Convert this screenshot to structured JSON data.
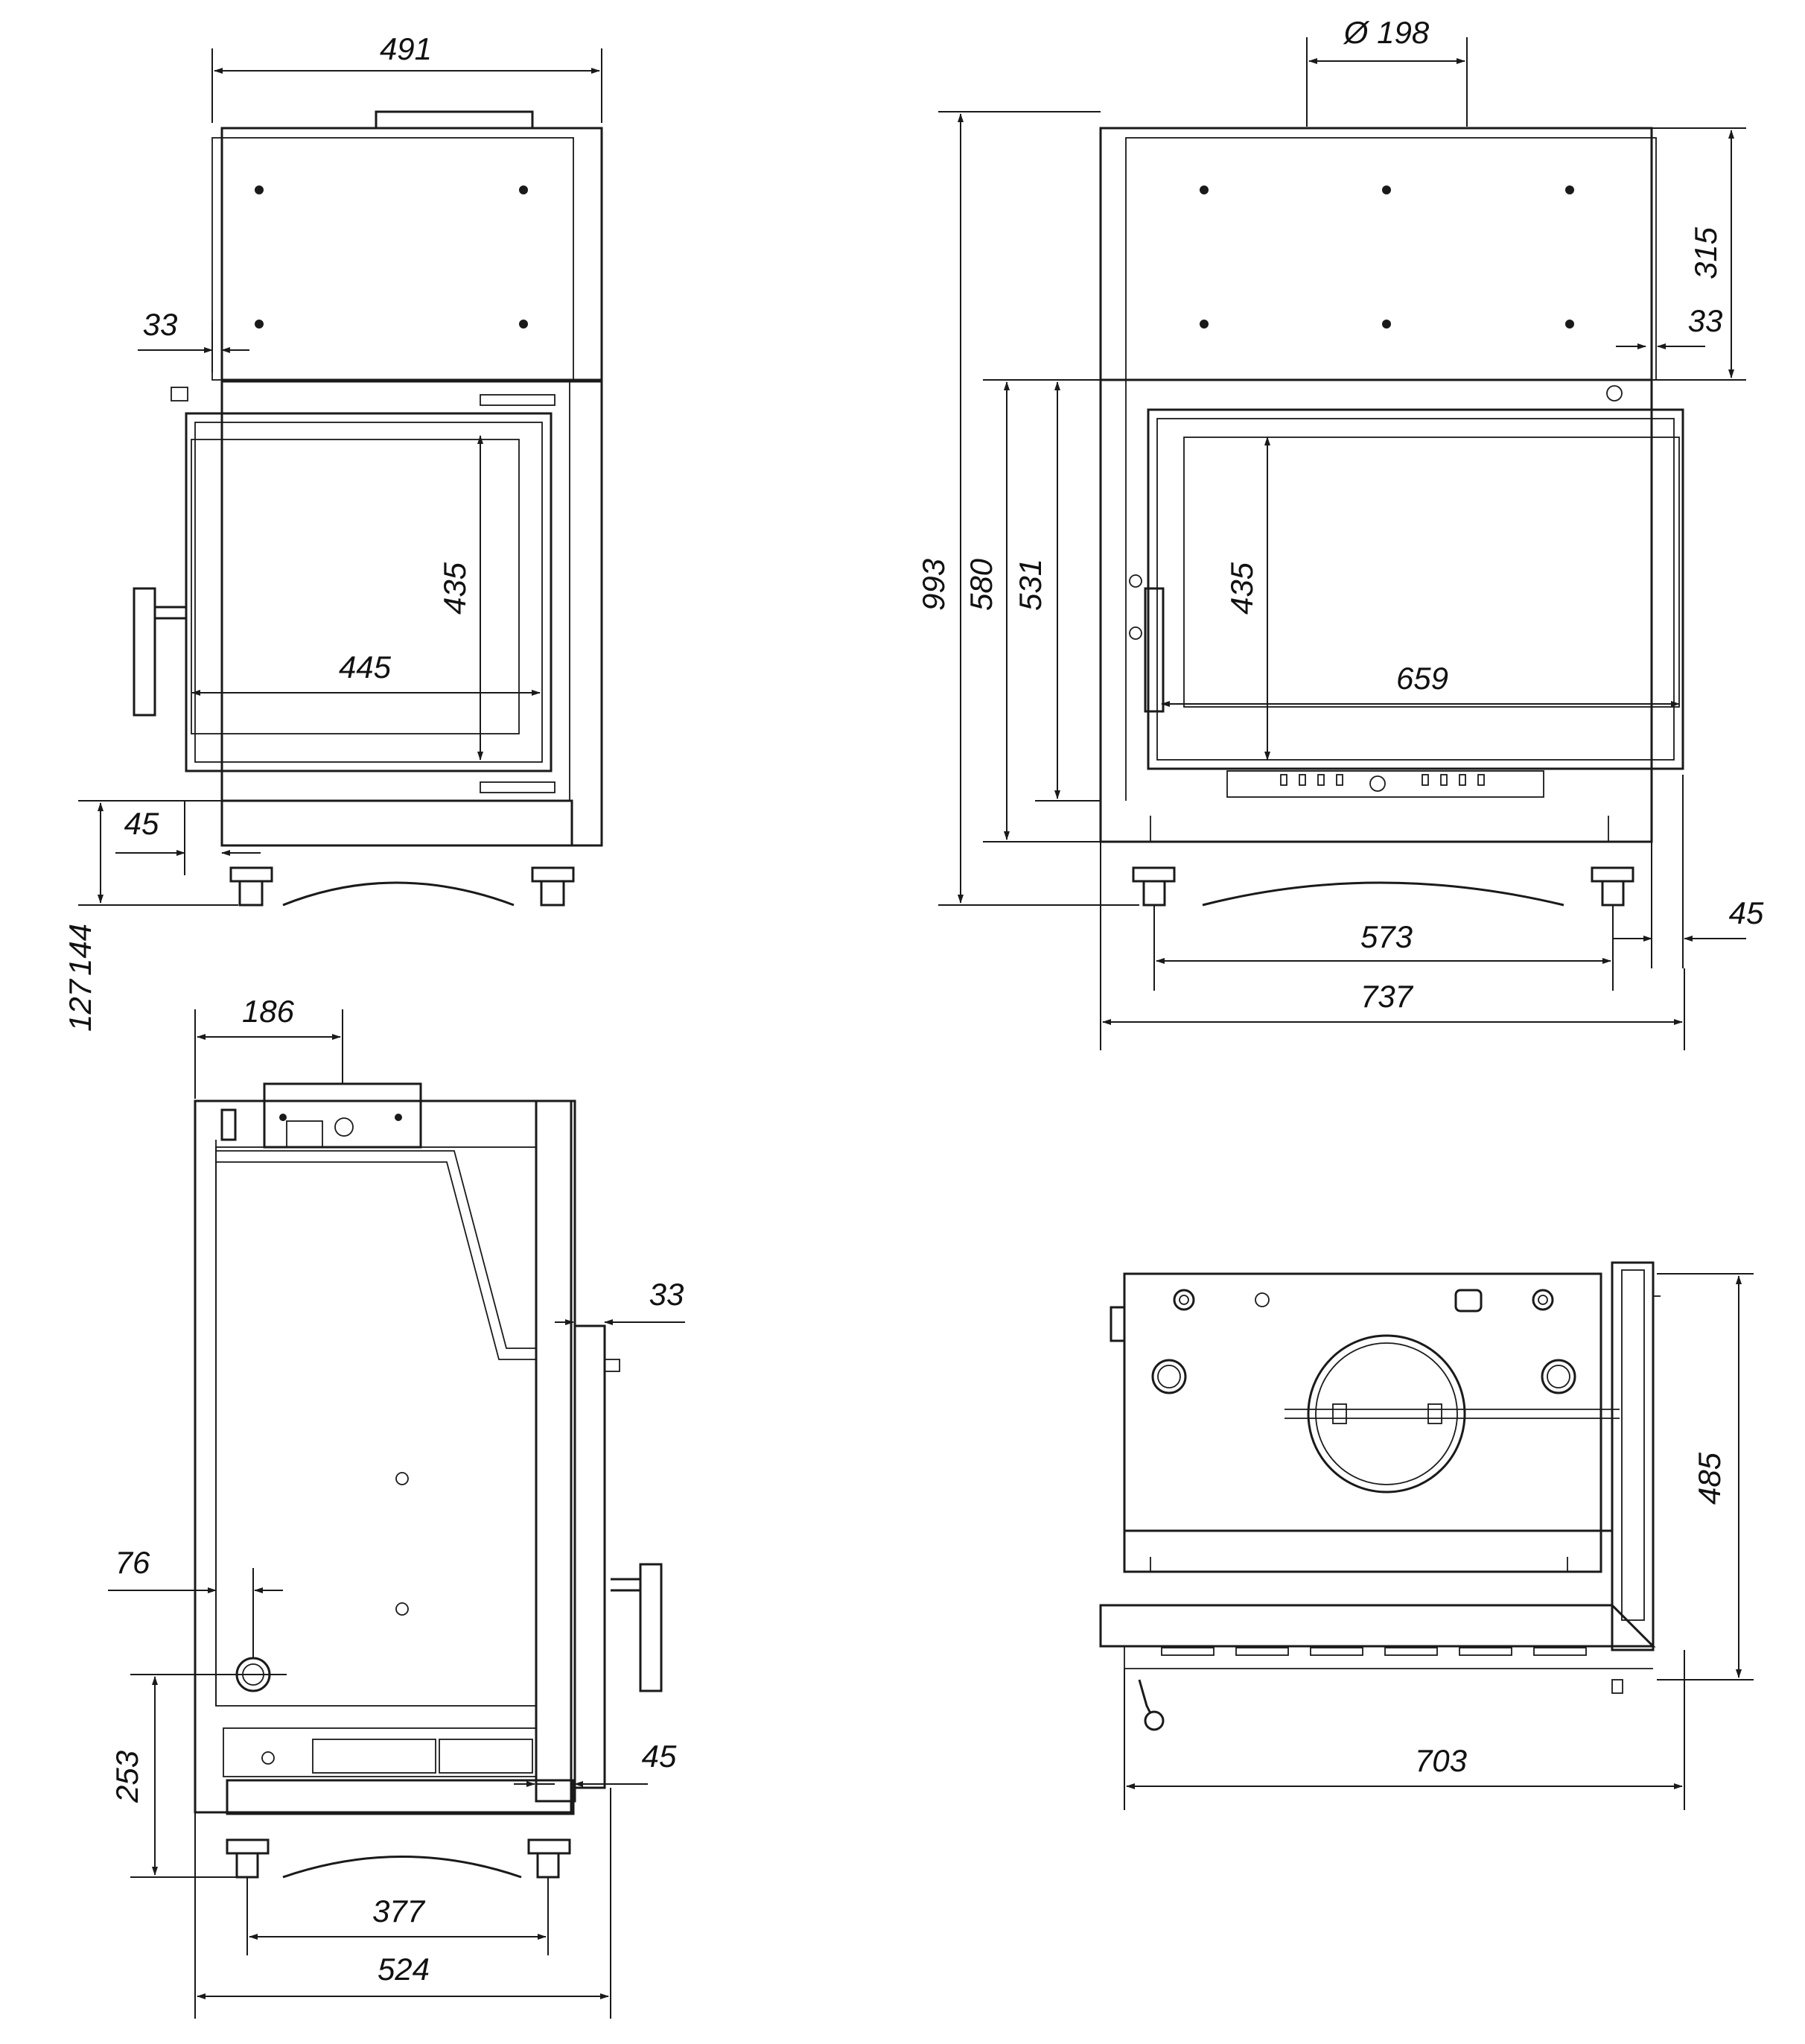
{
  "views": {
    "front": {
      "dims": {
        "width": "491",
        "side_33": "33",
        "glass_height": "435",
        "glass_width": "445",
        "door_offset": "45",
        "h144": "144",
        "h127": "127"
      }
    },
    "side": {
      "dims": {
        "flue_diameter": "Ø 198",
        "total_height": "993",
        "h580": "580",
        "h531": "531",
        "top_315": "315",
        "side_33": "33",
        "glass_height": "435",
        "glass_width": "659",
        "right_45": "45",
        "feet_573": "573",
        "width_737": "737"
      }
    },
    "profile": {
      "dims": {
        "flue_offset": "186",
        "top_33": "33",
        "inlet_76": "76",
        "inlet_height": "253",
        "door_45": "45",
        "feet_377": "377",
        "depth_524": "524"
      }
    },
    "top": {
      "dims": {
        "depth_485": "485",
        "width_703": "703"
      }
    }
  }
}
